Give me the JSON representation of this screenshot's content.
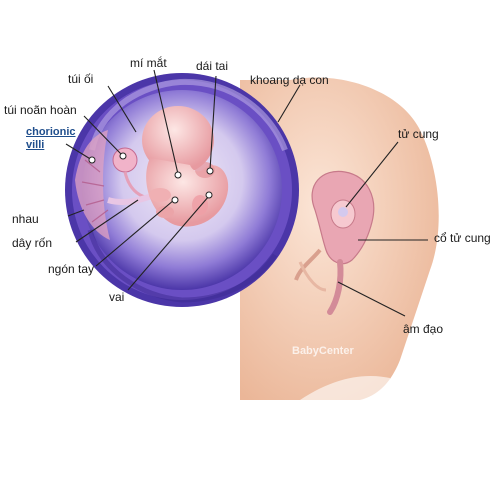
{
  "labels": {
    "mi_mat": "mí mắt",
    "dai_tai": "dái tai",
    "tui_oi": "túi ối",
    "khoang_da_con": "khoang dạ con",
    "tui_noan_hoang": "túi noãn hoàn",
    "chorionic_villi_1": "chorionic",
    "chorionic_villi_2": "villi",
    "tu_cung": "tử cung",
    "nhau": "nhau",
    "day_ron": "dây rốn",
    "co_tu_cung": "cổ tử cung",
    "ngon_tay": "ngón tay",
    "vai": "vai",
    "am_dao": "âm đạo"
  },
  "watermark": "BabyCenter",
  "colors": {
    "sac_outer": "#6a4fc4",
    "sac_inner": "#8f7bd6",
    "skin": "#f3c6a8",
    "embryo": "#f4b9b9",
    "uterus": "#e9a6b3"
  }
}
